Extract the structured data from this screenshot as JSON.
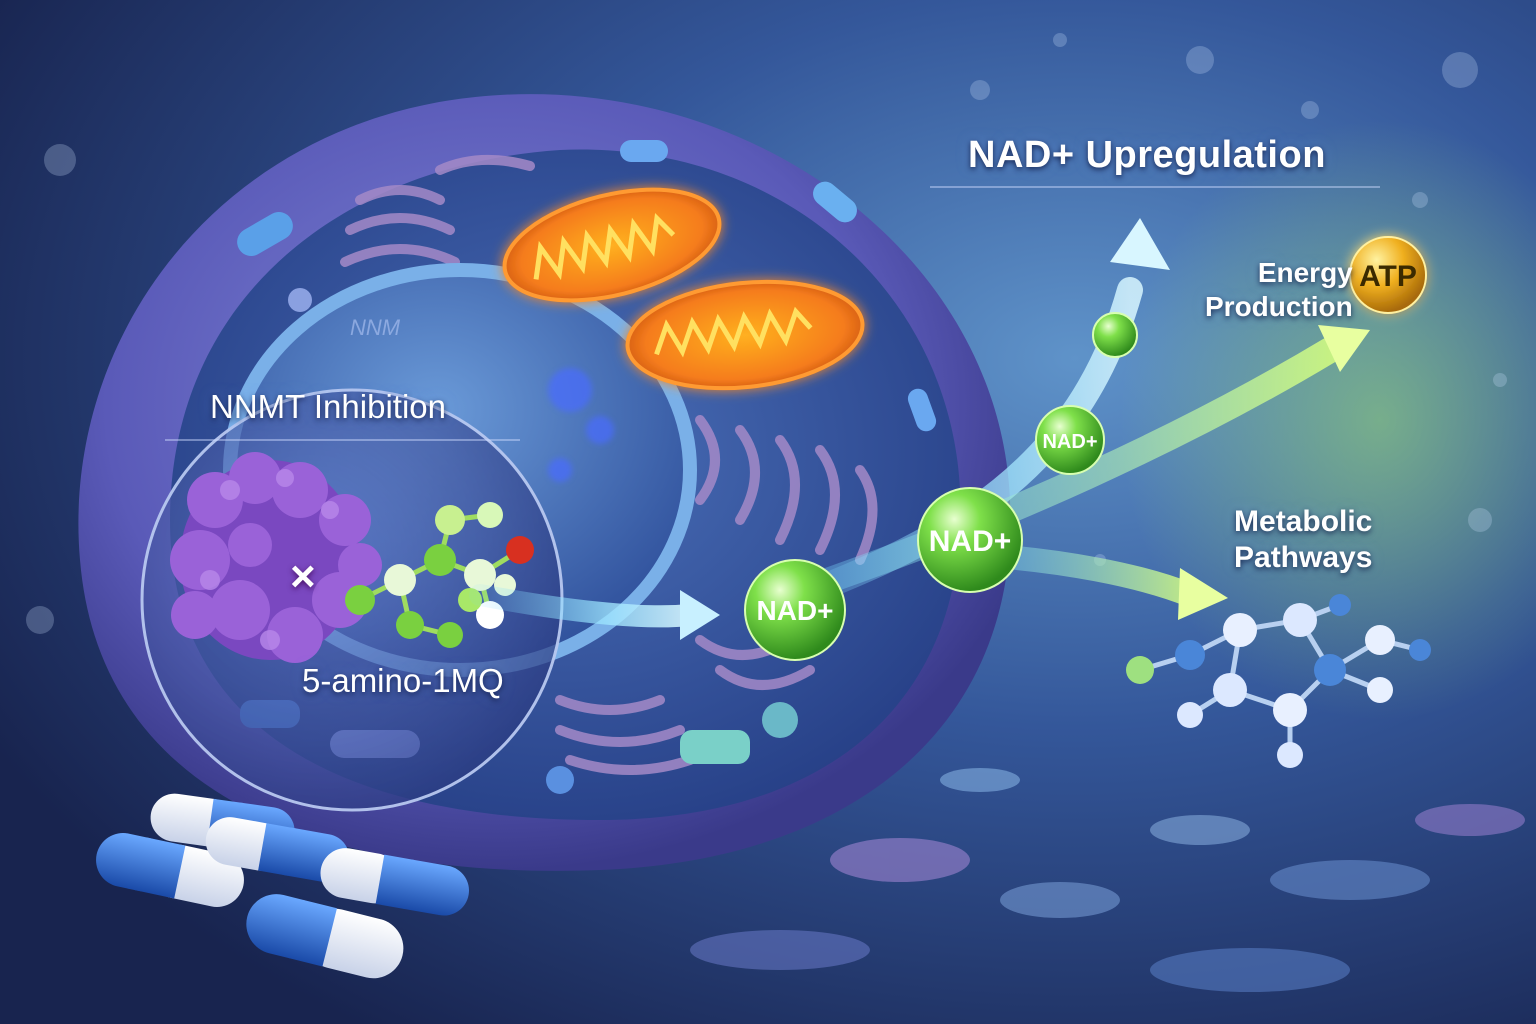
{
  "labels": {
    "nad_upregulation": "NAD+ Upregulation",
    "nnmt_inhibition": "NNMT Inhibition",
    "compound": "5-amino-1MQ",
    "energy_line1": "Energy",
    "energy_line2": "Production",
    "atp": "ATP",
    "metabolic_line1": "Metabolic",
    "metabolic_line2": "Pathways",
    "nad_badge": "NAD+",
    "nucleus_tag": "NNM",
    "inhibit_mark": "×"
  },
  "colors": {
    "background_dark": "#1b2a5a",
    "background_light": "#4a78b8",
    "cell_membrane": "#5a5ab8",
    "nad_green": "#5ac83c",
    "mitochondria_orange": "#f57c1c",
    "flow_cyan": "#7ad8ff",
    "flow_green": "#b8f060",
    "capsule_blue": "#2d6fd0",
    "atp_gold": "#f0b020",
    "protein_purple": "#8a4ec8"
  }
}
